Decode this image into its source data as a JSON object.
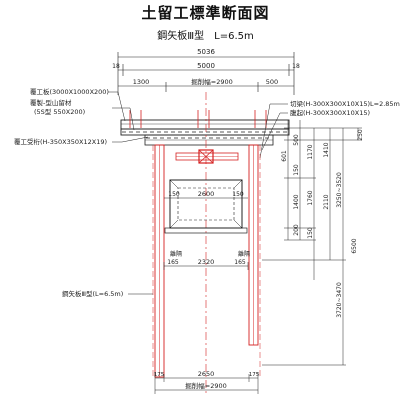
{
  "title": "土留工標準断面図",
  "subtitle": "鋼矢板Ⅲ型　L=6.5m",
  "colors": {
    "ink": "#222222",
    "red": "#d42020",
    "dash": "#d42020"
  },
  "top_dims": {
    "overall": "5036",
    "left_edge": "18",
    "span": "5000",
    "right_edge": "18",
    "left_offset": "1300",
    "inner_width": "掘削幅=2900",
    "right_offset": "500"
  },
  "left_labels": [
    "覆工板(3000X1000X200)",
    "覆製-型山留材",
    "(5S型 550X200)",
    "覆工受桁(H-350X350X12X19)"
  ],
  "right_labels": [
    "切梁(H-300X300X10X15)L=2.85m",
    "腹起(H-300X300X10X15)"
  ],
  "center_dims": {
    "inner_left": "150",
    "box_width": "2600",
    "inner_right": "150",
    "bottom_left": "165",
    "bottom_mid": "2320",
    "bottom_right": "165",
    "tag_left": "離隔",
    "tag_right": "離隔"
  },
  "right_dims": {
    "top_gap": "250",
    "v601": "601",
    "v500": "500",
    "v1410": "1410",
    "v1170": "1170",
    "v150a": "150",
    "v1760": "1760",
    "v2110": "2110",
    "v1400": "1400",
    "v200": "200",
    "v150b": "150",
    "v3250": "3250~3520",
    "v6500": "6500",
    "v3720": "3720~3470"
  },
  "bottom_dims": {
    "left_small": "175",
    "width": "2650",
    "right_small": "175",
    "overall": "掘削幅=2900"
  },
  "sheet_pile_label": "鋼矢板Ⅲ型(L=6.5m)"
}
